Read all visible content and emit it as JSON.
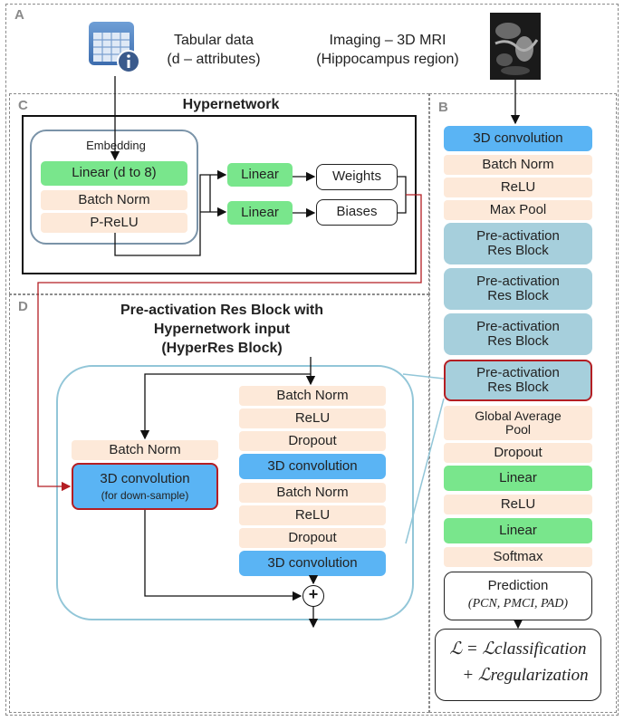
{
  "section_a": {
    "letter": "A",
    "tabular_line1": "Tabular data",
    "tabular_line2": "(d – attributes)",
    "imaging_line1": "Imaging – 3D MRI",
    "imaging_line2": "(Hippocampus region)",
    "icons": [
      "spreadsheet-info-icon",
      "mri-slice-image"
    ]
  },
  "section_b": {
    "letter": "B",
    "blocks": [
      "3D convolution",
      "Batch Norm",
      "ReLU",
      "Max Pool",
      "Pre-activation Res Block",
      "Pre-activation Res Block",
      "Pre-activation Res Block",
      "Pre-activation Res Block",
      "Global Average Pool",
      "Dropout",
      "Linear",
      "ReLU",
      "Linear",
      "Softmax"
    ],
    "prediction_label": "Prediction",
    "prediction_values": "(PCN, PMCI, PAD)",
    "loss_line1": "ℒ = ℒclassification",
    "loss_line2": "+ ℒregularization"
  },
  "section_c": {
    "letter": "C",
    "title": "Hypernetwork",
    "embedding_label": "Embedding",
    "linear_d_to_8": "Linear (d to 8)",
    "batch_norm": "Batch Norm",
    "prelu": "P-ReLU",
    "linear_weights": "Linear",
    "linear_biases": "Linear",
    "weights": "Weights",
    "biases": "Biases"
  },
  "section_d": {
    "letter": "D",
    "title_line1": "Pre-activation Res Block with",
    "title_line2": "Hypernetwork input",
    "title_line3": "(HyperRes Block)",
    "shortcut_batch_norm": "Batch Norm",
    "shortcut_conv": "3D convolution",
    "shortcut_conv_note": "(for down-sample)",
    "main_blocks": [
      "Batch Norm",
      "ReLU",
      "Dropout",
      "3D convolution",
      "Batch Norm",
      "ReLU",
      "Dropout",
      "3D convolution"
    ],
    "sum_symbol": "+"
  },
  "colors": {
    "conv_blue": "#5ab4f4",
    "res_block_teal": "#a6cfdc",
    "linear_green": "#79e68c",
    "norm_peach": "#fde9d9",
    "highlight_red": "#b41e23"
  }
}
